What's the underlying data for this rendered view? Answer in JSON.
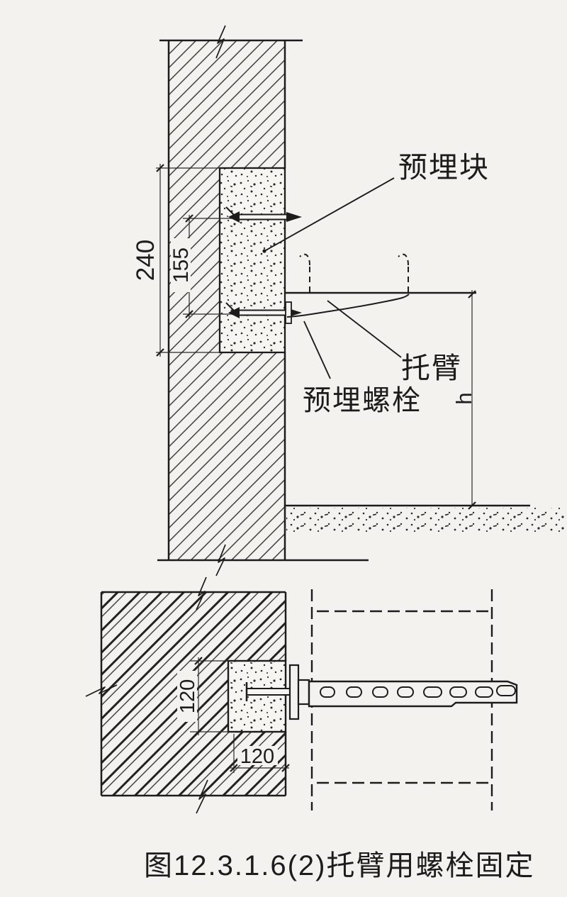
{
  "figure_caption": "图12.3.1.6(2)托臂用螺栓固定",
  "section_view": {
    "labels": {
      "embedded_block": "预埋块",
      "bracket_arm": "托臂",
      "embedded_bolt": "预埋螺栓"
    },
    "dimensions": {
      "block_height": "240",
      "bolt_spacing": "155",
      "bracket_to_ground": "h"
    }
  },
  "plan_view": {
    "dimensions": {
      "block_side_vertical": "120",
      "block_side_horizontal": "120"
    }
  },
  "colors": {
    "paper": "#f3f2ef",
    "ink": "#1e1e1e"
  }
}
